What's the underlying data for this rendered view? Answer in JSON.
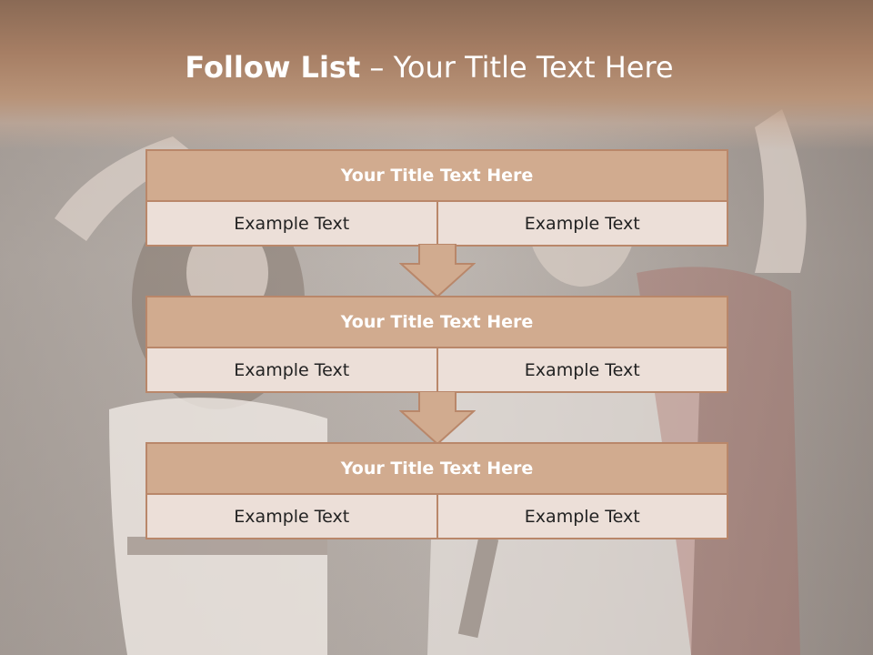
{
  "slide": {
    "title_bold": "Follow List",
    "title_rest": " – Your Title Text Here"
  },
  "blocks": [
    {
      "title": "Your Title Text Here",
      "left": "Example Text",
      "right": "Example Text"
    },
    {
      "title": "Your Title Text Here",
      "left": "Example Text",
      "right": "Example Text"
    },
    {
      "title": "Your Title Text Here",
      "left": "Example Text",
      "right": "Example Text"
    }
  ],
  "colors": {
    "header": "#a67e64",
    "block_title_fill": "#d1ab8f",
    "block_border": "#b9876a",
    "cell_fill": "#ecdfd8"
  }
}
